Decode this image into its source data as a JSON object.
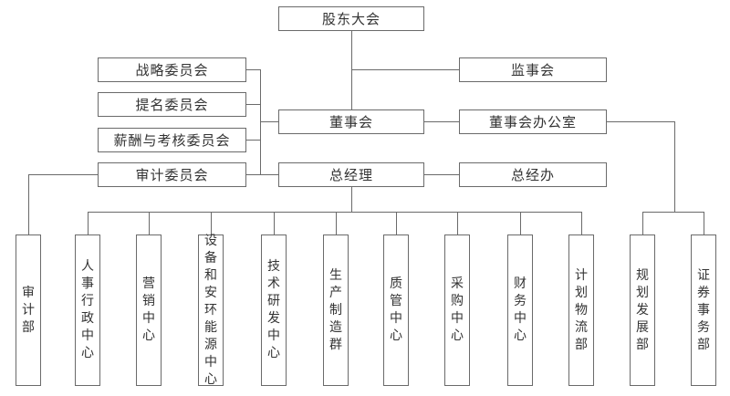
{
  "colors": {
    "background": "#ffffff",
    "box_bg": "#ffffff",
    "line": "#6a6a6a",
    "text": "#333333"
  },
  "chart": {
    "type": "org-chart",
    "shareholders": {
      "label": "股东大会"
    },
    "supervisory": {
      "label": "监事会"
    },
    "board": {
      "label": "董事会"
    },
    "board_office": {
      "label": "董事会办公室"
    },
    "gm": {
      "label": "总经理"
    },
    "gm_office": {
      "label": "总经办"
    },
    "committees": [
      {
        "label": "战略委员会"
      },
      {
        "label": "提名委员会"
      },
      {
        "label": "薪酬与考核委员会"
      },
      {
        "label": "审计委员会"
      }
    ],
    "departments": [
      {
        "label": "审计部"
      },
      {
        "label": "人事行政中心"
      },
      {
        "label": "营销中心"
      },
      {
        "label": "设备和安环能源中心"
      },
      {
        "label": "技术研发中心"
      },
      {
        "label": "生产制造群"
      },
      {
        "label": "质管中心"
      },
      {
        "label": "采购中心"
      },
      {
        "label": "财务中心"
      },
      {
        "label": "计划物流部"
      },
      {
        "label": "规划发展部"
      },
      {
        "label": "证券事务部"
      }
    ]
  }
}
